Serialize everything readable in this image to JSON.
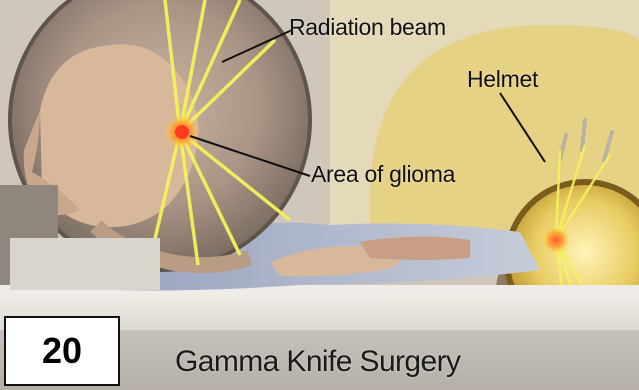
{
  "labels": {
    "radiation_beam": "Radiation beam",
    "helmet": "Helmet",
    "glioma": "Area of glioma",
    "caption": "Gamma Knife Surgery"
  },
  "slide_number": "20",
  "colors": {
    "beam": "#f3f25a",
    "helmet": "#d4b24a",
    "glioma": "#ff3b1f",
    "background": "#d8d0c4"
  },
  "icons": {
    "radiation": "radiation-beam-icon",
    "helmet": "helmet-icon",
    "glioma": "glioma-icon"
  }
}
